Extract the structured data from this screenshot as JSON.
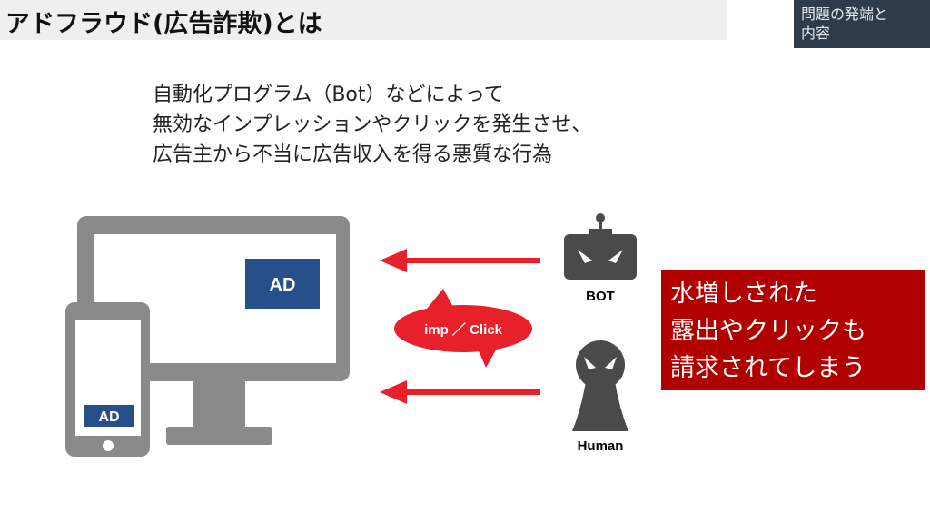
{
  "title": "アドフラウド(広告詐欺)とは",
  "section_tag": [
    "問題の発端と",
    "内容"
  ],
  "description": [
    "自動化プログラム（Bot）などによって",
    "無効なインプレッションやクリックを発生させ、",
    "広告主から不当に広告収入を得る悪質な行為"
  ],
  "diagram": {
    "monitor_ad": "AD",
    "phone_ad": "AD",
    "bubble": "imp ／ Click",
    "bot_label": "BOT",
    "human_label": "Human"
  },
  "callout": [
    "水増しされた",
    "露出やクリックも",
    "請求されてしまう"
  ],
  "colors": {
    "accent_red": "#e8202a",
    "callout_bg": "#b00000",
    "ad_blue": "#27508a"
  }
}
